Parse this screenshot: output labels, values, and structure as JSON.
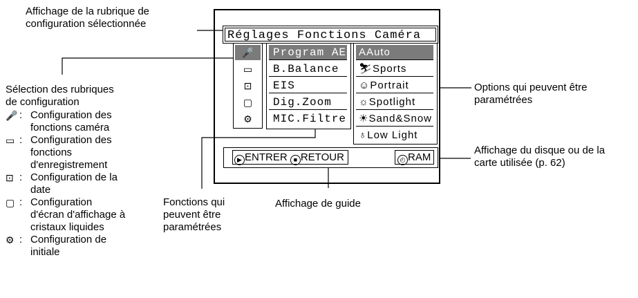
{
  "callouts": {
    "selected_item_display": [
      "Affichage de la rubrique de",
      "configuration sélectionnée"
    ],
    "item_selection": [
      "Sélection des rubriques",
      "de configuration"
    ],
    "options": [
      "Options qui peuvent être",
      "paramétrées"
    ],
    "disc_card": [
      "Affichage du disque ou de la",
      "carte utilisée (p. 62)"
    ],
    "functions": [
      "Fonctions qui",
      "peuvent être",
      "paramétrées"
    ],
    "guide": "Affichage de guide"
  },
  "screen": {
    "title": "Réglages Fonctions Caméra",
    "functions": [
      "Program AE",
      "B.Balance",
      "EIS",
      "Dig.Zoom",
      "MIC.Filtre"
    ],
    "options": [
      {
        "icon": "A",
        "label": "Auto",
        "selected": true
      },
      {
        "icon": "⛷",
        "label": "Sports",
        "selected": false
      },
      {
        "icon": "☺",
        "label": "Portrait",
        "selected": false
      },
      {
        "icon": "☼",
        "label": "Spotlight",
        "selected": false
      },
      {
        "icon": "☀",
        "label": "Sand&Snow",
        "selected": false
      },
      {
        "icon": "♁",
        "label": "Low Light",
        "selected": false
      }
    ],
    "guide_enter": "ENTRER",
    "guide_return": "RETOUR",
    "media": "RAM"
  },
  "legend": [
    {
      "icon": "camera-function-icon",
      "lines": [
        "Configuration des",
        "fonctions caméra"
      ]
    },
    {
      "icon": "record-function-icon",
      "lines": [
        "Configuration des",
        "fonctions",
        "d'enregistrement"
      ]
    },
    {
      "icon": "date-setup-icon",
      "lines": [
        "Configuration de la",
        "date"
      ]
    },
    {
      "icon": "lcd-setup-icon",
      "lines": [
        "Configuration",
        "d'écran d'affichage à",
        "cristaux liquides"
      ]
    },
    {
      "icon": "initial-setup-icon",
      "lines": [
        "Configuration de",
        "initiale"
      ]
    }
  ],
  "colors": {
    "selected_background": "#7b7b7b"
  }
}
